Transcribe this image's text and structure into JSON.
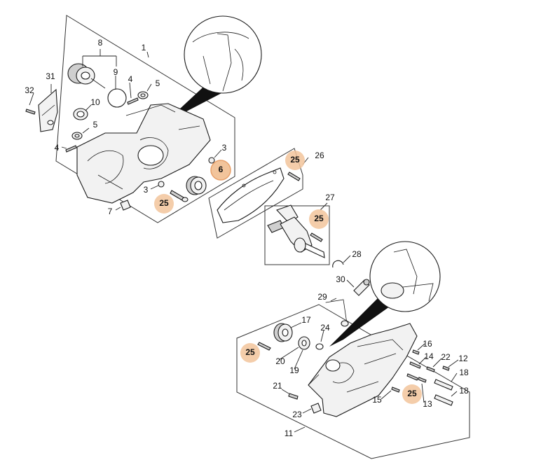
{
  "colors": {
    "highlight": "#f2c49b",
    "line": "#1a1a1a"
  },
  "labels": {
    "p1": "1",
    "p3a": "3",
    "p3b": "3",
    "p4a": "4",
    "p4b": "4",
    "p5a": "5",
    "p5b": "5",
    "p6": "6",
    "p7": "7",
    "p8": "8",
    "p9": "9",
    "p10": "10",
    "p11": "11",
    "p12": "12",
    "p13": "13",
    "p14": "14",
    "p15": "15",
    "p16": "16",
    "p17": "17",
    "p18a": "18",
    "p18b": "18",
    "p19": "19",
    "p20": "20",
    "p21": "21",
    "p22": "22",
    "p23": "23",
    "p24": "24",
    "p25a": "25",
    "p25b": "25",
    "p25c": "25",
    "p25d": "25",
    "p25e": "25",
    "p26": "26",
    "p27": "27",
    "p28": "28",
    "p29": "29",
    "p30": "30",
    "p31": "31",
    "p32": "32"
  }
}
